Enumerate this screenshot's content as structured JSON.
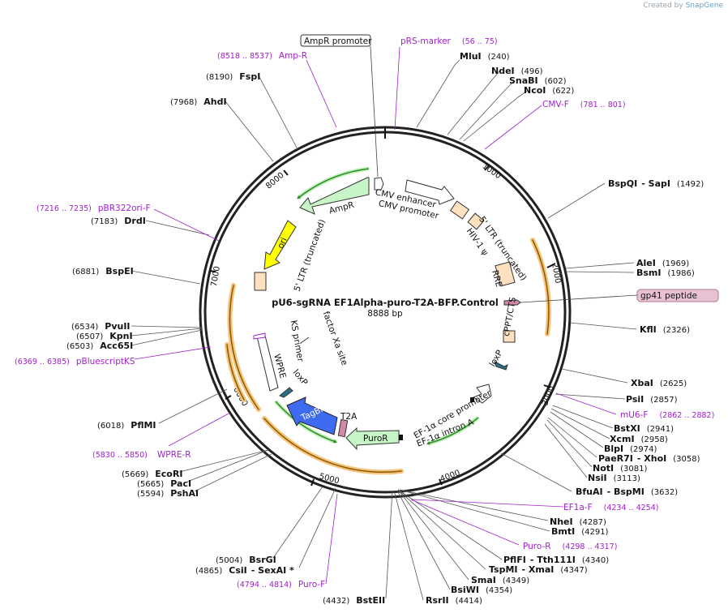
{
  "app": {
    "created_by": "Created by",
    "brand": "SnapGene"
  },
  "plasmid": {
    "name": "pU6-sgRNA EF1Alpha-puro-T2A-BFP.Control",
    "length_label": "8888 bp"
  },
  "ticks": [
    "1000",
    "2000",
    "3000",
    "4000",
    "5000",
    "6000",
    "7000",
    "8000"
  ],
  "features": {
    "ampr_promoter": "AmpR promoter",
    "ampr": "AmpR",
    "cmv_enhancer": "CMV enhancer",
    "cmv_promoter": "CMV promoter",
    "hiv_psi": "HIV-1 ψ",
    "ltr5_trunc_right": "5' LTR (truncated)",
    "rre": "RRE",
    "gp41": "gp41 peptide",
    "cppt": "cPPT/CTS",
    "loxp_right": "loxP",
    "ef1a_core": "EF-1α core promoter",
    "ef1a_intron": "EF-1α intron A",
    "puror": "PuroR",
    "t2a": "T2A",
    "tagbfp": "TagBFP",
    "loxp_left": "loxP",
    "wpre": "WPRE",
    "ks_primer": "KS primer",
    "factor_xa": "factor Xa site",
    "ltr5_trunc_left": "5' LTR (truncated)",
    "ori": "ori"
  },
  "enzymes": [
    {
      "name": "MluI",
      "pos": "(240)"
    },
    {
      "name": "NdeI",
      "pos": "(496)"
    },
    {
      "name": "SnaBI",
      "pos": "(602)"
    },
    {
      "name": "NcoI",
      "pos": "(622)"
    },
    {
      "name": "BspQI",
      "extra": "- SapI",
      "pos": "(1492)"
    },
    {
      "name": "AleI",
      "pos": "(1969)"
    },
    {
      "name": "BsmI",
      "pos": "(1986)"
    },
    {
      "name": "KflI",
      "pos": "(2326)"
    },
    {
      "name": "XbaI",
      "pos": "(2625)"
    },
    {
      "name": "PsiI",
      "pos": "(2857)"
    },
    {
      "name": "BstXI",
      "pos": "(2941)"
    },
    {
      "name": "XcmI",
      "pos": "(2958)"
    },
    {
      "name": "BlpI",
      "pos": "(2974)"
    },
    {
      "name": "PaeR7I",
      "extra": "- XhoI",
      "pos": "(3058)"
    },
    {
      "name": "NotI",
      "pos": "(3081)"
    },
    {
      "name": "NsiI",
      "pos": "(3113)"
    },
    {
      "name": "BfuAI",
      "extra": "- BspMI",
      "pos": "(3632)"
    },
    {
      "name": "NheI",
      "pos": "(4287)"
    },
    {
      "name": "BmtI",
      "pos": "(4291)"
    },
    {
      "name": "PflFI",
      "extra": "- Tth111I",
      "pos": "(4340)"
    },
    {
      "name": "TspMI",
      "extra": "- XmaI",
      "pos": "(4347)"
    },
    {
      "name": "SmaI",
      "pos": "(4349)"
    },
    {
      "name": "BsiWI",
      "pos": "(4354)"
    },
    {
      "name": "RsrII",
      "pos": "(4414)"
    },
    {
      "name": "BstEII",
      "pos": "(4432)"
    },
    {
      "name": "CsiI",
      "extra": "- SexAI *",
      "pos": "(4865)"
    },
    {
      "name": "BsrGI",
      "pos": "(5004)"
    },
    {
      "name": "PshAI",
      "pos": "(5594)"
    },
    {
      "name": "PacI",
      "pos": "(5665)"
    },
    {
      "name": "EcoRI",
      "pos": "(5669)"
    },
    {
      "name": "PflMI",
      "pos": "(6018)"
    },
    {
      "name": "Acc65I",
      "pos": "(6503)"
    },
    {
      "name": "KpnI",
      "pos": "(6507)"
    },
    {
      "name": "PvuII",
      "pos": "(6534)"
    },
    {
      "name": "BspEI",
      "pos": "(6881)"
    },
    {
      "name": "DrdI",
      "pos": "(7183)"
    },
    {
      "name": "AhdI",
      "pos": "(7968)"
    },
    {
      "name": "FspI",
      "pos": "(8190)"
    }
  ],
  "primers": [
    {
      "name": "pRS-marker",
      "pos": "(56 .. 75)"
    },
    {
      "name": "CMV-F",
      "pos": "(781 .. 801)"
    },
    {
      "name": "mU6-F",
      "pos": "(2862 .. 2882)"
    },
    {
      "name": "EF1a-F",
      "pos": "(4234 .. 4254)"
    },
    {
      "name": "Puro-R",
      "pos": "(4298 .. 4317)"
    },
    {
      "name": "Puro-F",
      "pos": "(4794 .. 4814)"
    },
    {
      "name": "WPRE-R",
      "pos": "(5830 .. 5850)"
    },
    {
      "name": "pBluescriptKS",
      "pos": "(6369 .. 6385)"
    },
    {
      "name": "pBR322ori-F",
      "pos": "(7216 .. 7235)"
    },
    {
      "name": "Amp-R",
      "pos": "(8518 .. 8537)"
    }
  ]
}
